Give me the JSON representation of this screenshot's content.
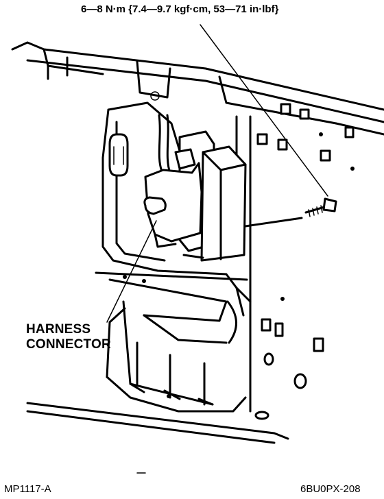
{
  "labels": {
    "torque": "6—8 N·m {7.4—9.7 kgf·cm, 53—71 in·lbf}",
    "harness_line1": "HARNESS",
    "harness_line2": "CONNECTOR",
    "code_left": "MP1117-A",
    "code_right": "6BU0PX-208"
  }
}
